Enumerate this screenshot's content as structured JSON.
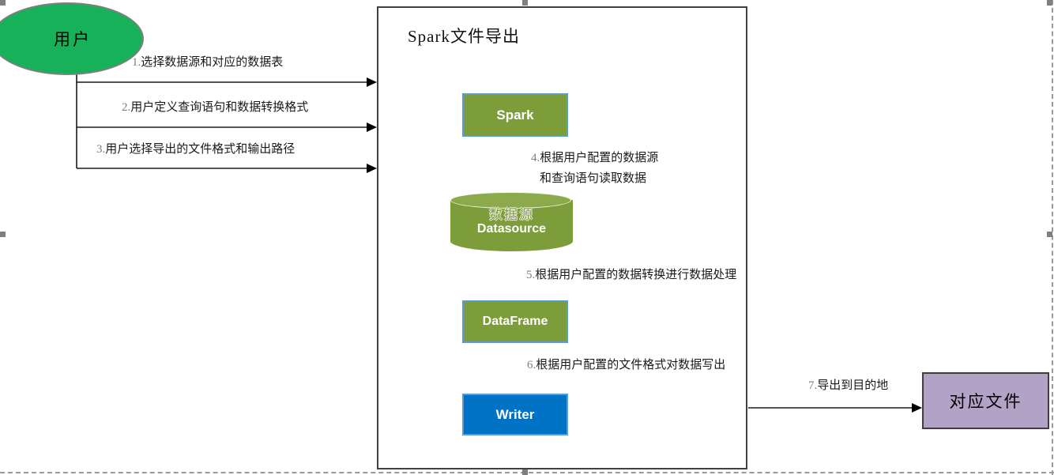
{
  "diagram": {
    "title": "Spark文件导出",
    "type": "flow-diagram"
  },
  "user": {
    "label": "用户"
  },
  "nodes": {
    "spark": {
      "label": "Spark"
    },
    "datasource": {
      "label_cn": "数据源",
      "label_en": "Datasource"
    },
    "dataframe": {
      "label": "DataFrame"
    },
    "writer": {
      "label": "Writer"
    },
    "dest_file": {
      "label": "对应文件"
    }
  },
  "arrows": [
    {
      "num": "1.",
      "text": "选择数据源和对应的数据表"
    },
    {
      "num": "2.",
      "text": "用户定义查询语句和数据转换格式"
    },
    {
      "num": "3.",
      "text": "用户选择导出的文件格式和输出路径"
    },
    {
      "num": "4.",
      "text": "根据用户配置的数据源",
      "text2": "和查询语句读取数据"
    },
    {
      "num": "5.",
      "text": "根据用户配置的数据转换进行数据处理"
    },
    {
      "num": "6.",
      "text": "根据用户配置的文件格式对数据写出"
    },
    {
      "num": "7.",
      "text": "导出到目的地"
    }
  ],
  "colors": {
    "user_ellipse_fill": "#16b158",
    "process_box_fill": "#7d9c3a",
    "process_box_border": "#5b9bd5",
    "writer_fill": "#0072c6",
    "dest_file_fill": "#b1a2c6",
    "line_color": "#1a1a1a",
    "selection_handle": "#7f7f7f"
  }
}
